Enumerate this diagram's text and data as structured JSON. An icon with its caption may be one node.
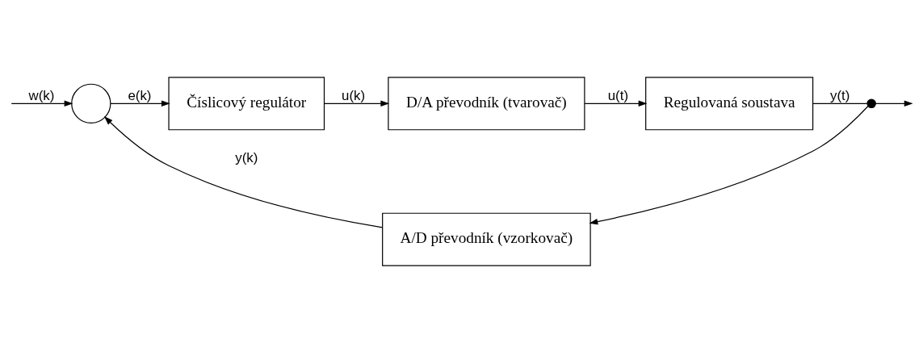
{
  "diagram": {
    "nodes": [
      {
        "text": [],
        "shape": "circle"
      },
      {
        "text": [
          "Číslicový regulátor"
        ]
      },
      {
        "text": [
          "D/A převodník (tvarovač)"
        ]
      },
      {
        "text": [
          "Regulovaná soustava"
        ]
      },
      {
        "text": [],
        "shape": "dot"
      },
      {
        "text": [
          "A/D převodník (vzorkovač)"
        ]
      }
    ],
    "edges": [
      {
        "from": null,
        "to": 0,
        "arrow": "to",
        "label": "w(k)"
      },
      {
        "from": 0,
        "to": 1,
        "arrow": "to",
        "label": "e(k)"
      },
      {
        "from": 1,
        "to": 2,
        "arrow": "to",
        "label": "u(k)"
      },
      {
        "from": 2,
        "to": 3,
        "arrow": "to",
        "label": "u(t)"
      },
      {
        "from": 3,
        "to": 4,
        "arrow": "none",
        "label": "y(t)"
      },
      {
        "from": 4,
        "to": null,
        "arrow": "to"
      },
      {
        "from": 4,
        "to": 5,
        "arrow": "to"
      },
      {
        "from": 5,
        "to": 0,
        "arrow": "to",
        "label": "y(k)"
      }
    ]
  }
}
